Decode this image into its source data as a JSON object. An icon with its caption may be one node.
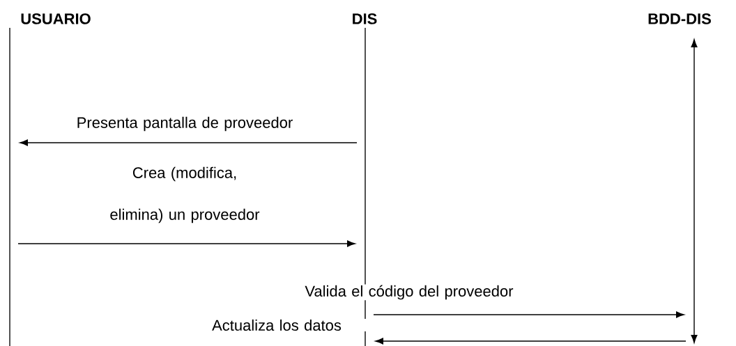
{
  "diagram": {
    "nodes": [
      {
        "text": [
          "USUARIO"
        ]
      },
      {
        "text": [
          "DIS"
        ]
      },
      {
        "text": [
          "BDD-DIS"
        ]
      },
      {
        "text": [],
        "shape": "bar"
      },
      {
        "text": [],
        "shape": "bar"
      },
      {
        "text": [],
        "shape": "bar"
      }
    ],
    "edges": [
      {
        "from": 4,
        "to": 3,
        "arrow": "to",
        "label": "Presenta pantalla de proveedor"
      },
      {
        "from": 3,
        "to": 4,
        "arrow": "to",
        "label": "Crea (modifica, elimina) un proveedor"
      },
      {
        "from": 4,
        "to": 5,
        "arrow": "to",
        "label": "Valida el código del proveedor"
      },
      {
        "from": 5,
        "to": 4,
        "arrow": "to",
        "label": "Actualiza los datos"
      }
    ]
  }
}
